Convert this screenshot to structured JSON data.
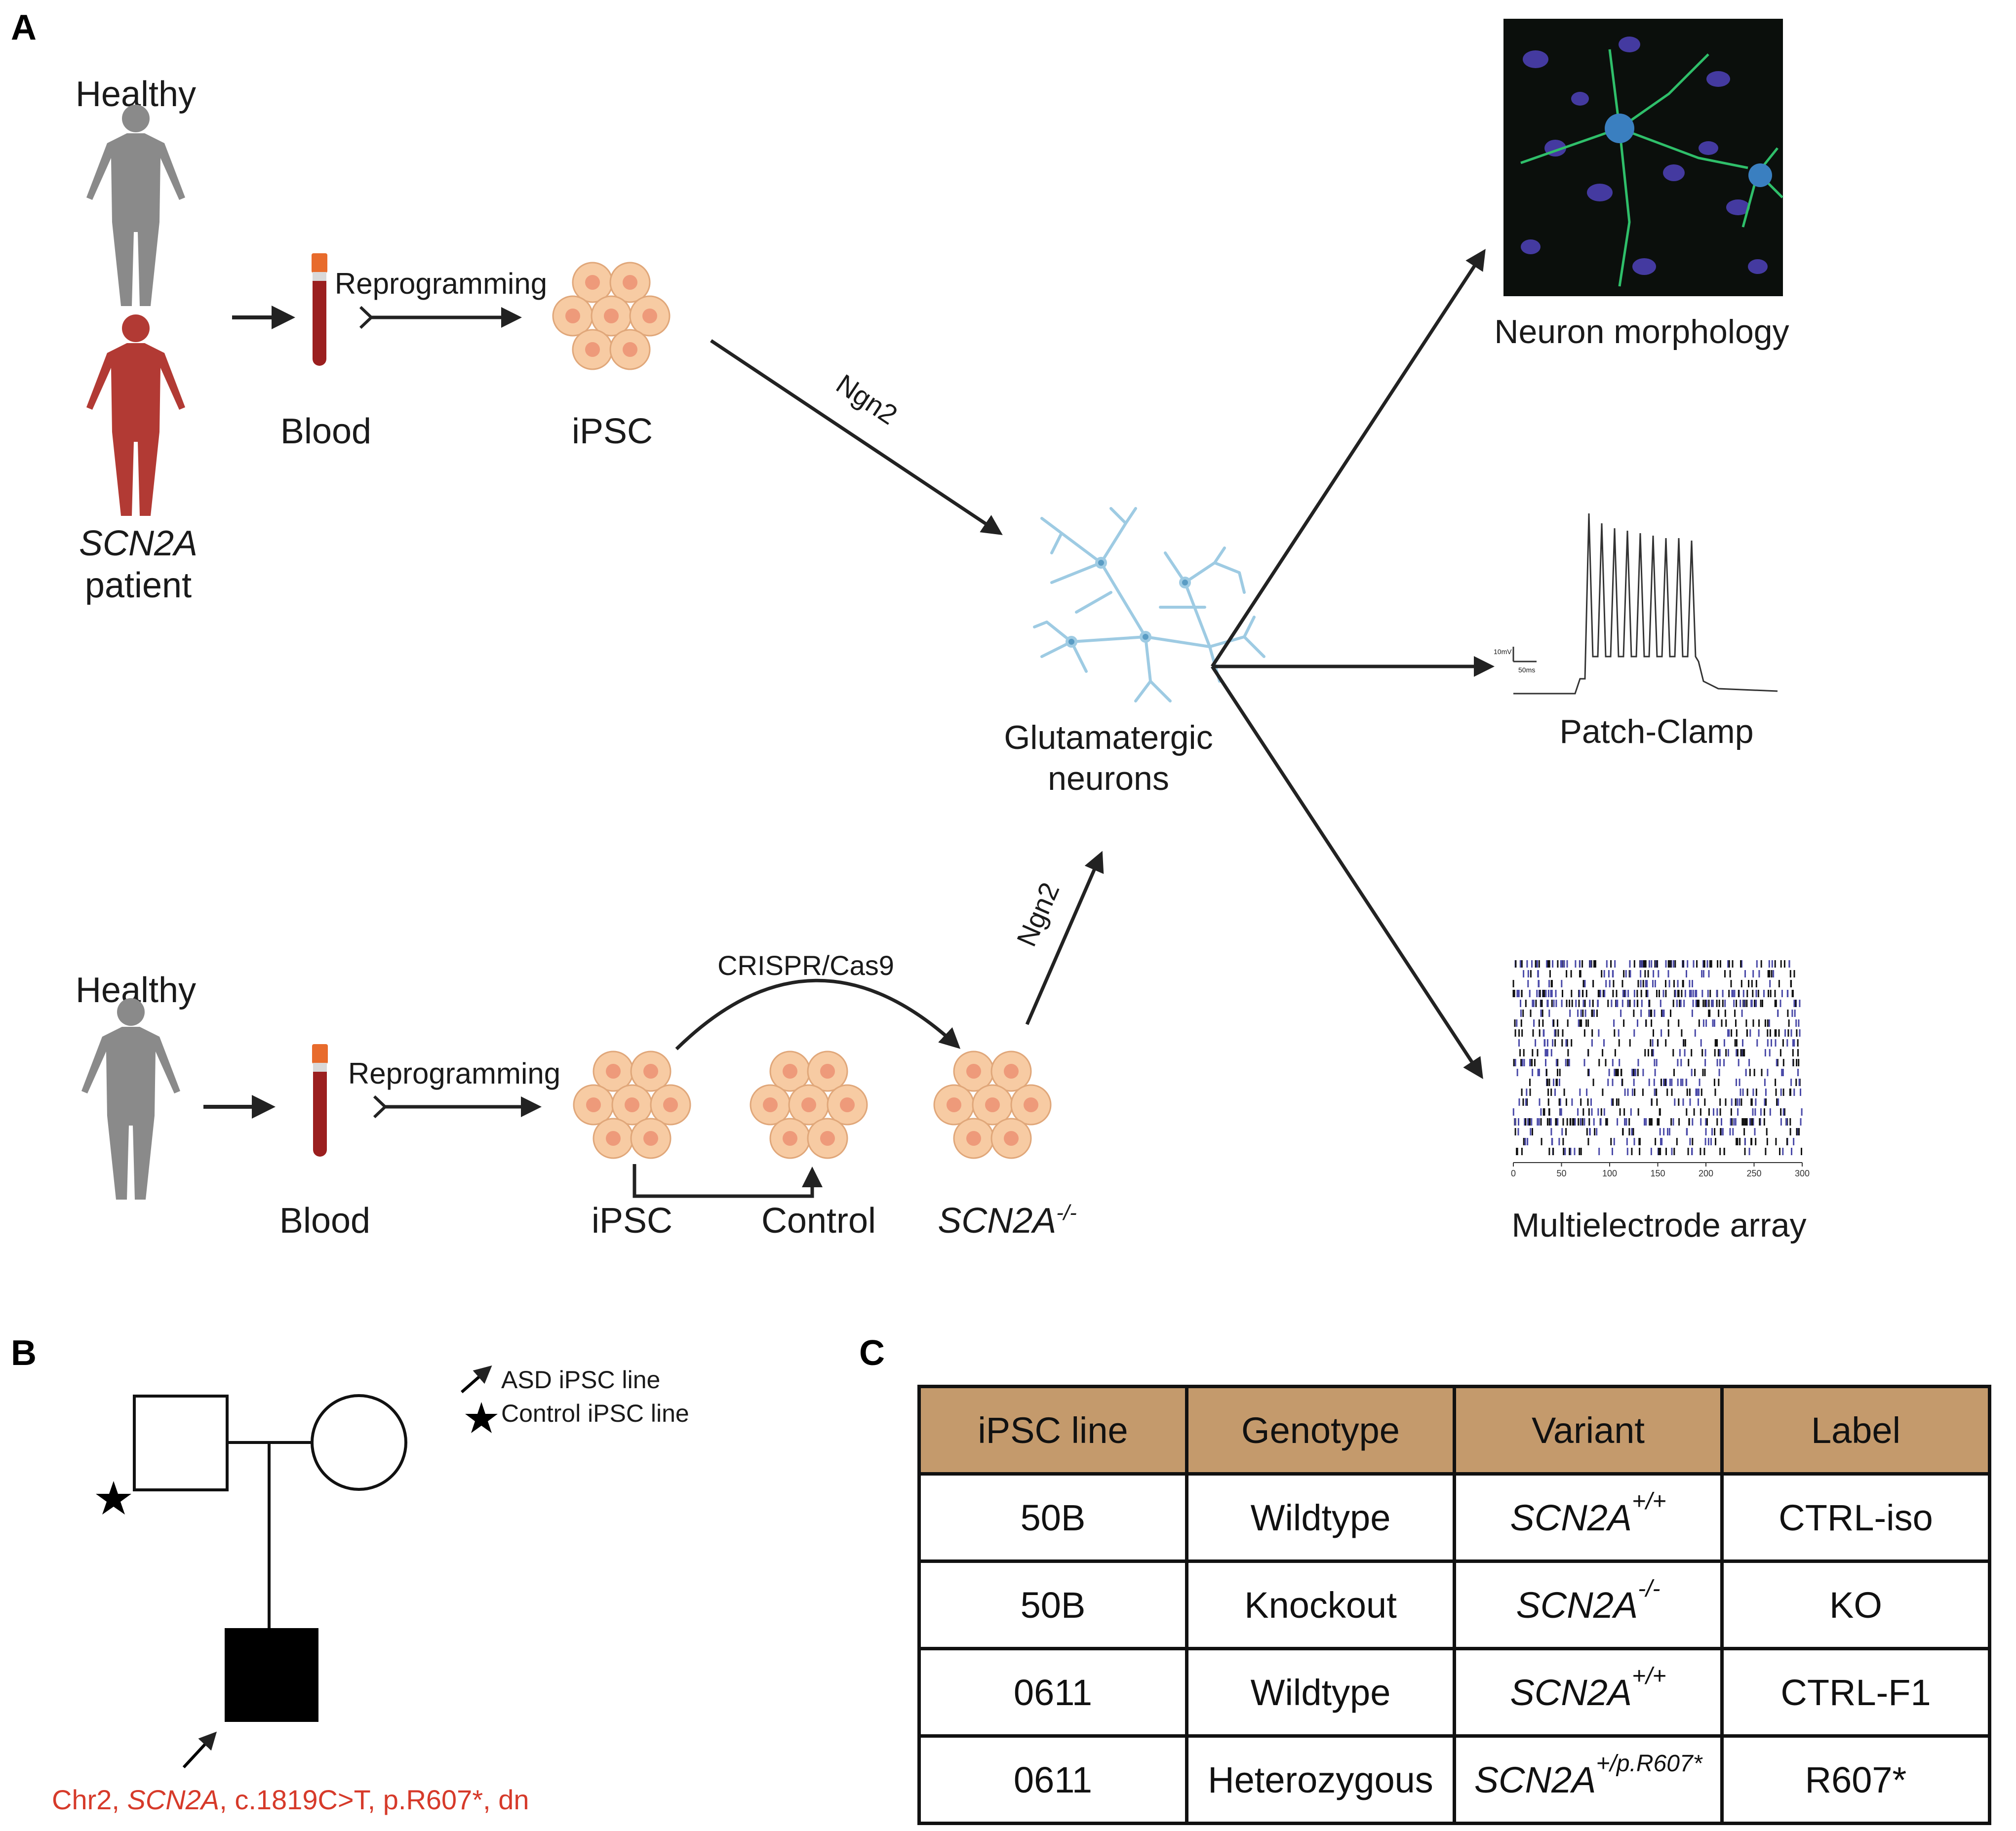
{
  "panel_labels": {
    "a": "A",
    "b": "B",
    "c": "C"
  },
  "panel_a": {
    "top": {
      "donor_label": "Healthy",
      "patient_gene": "SCN2A",
      "patient_word": "patient",
      "blood_label": "Blood",
      "reprogramming_label": "Reprogramming",
      "ipsc_label": "iPSC",
      "ngn2_label": "Ngn2"
    },
    "bottom": {
      "donor_label": "Healthy",
      "blood_label": "Blood",
      "reprogramming_label": "Reprogramming",
      "crispr_label": "CRISPR/Cas9",
      "ipsc_label": "iPSC",
      "control_label": "Control",
      "ko_gene": "SCN2A",
      "ko_sup": "-/-",
      "ngn2_label": "Ngn2"
    },
    "neurons_line1": "Glutamatergic",
    "neurons_line2": "neurons",
    "outputs": {
      "morphology": "Neuron morphology",
      "patch_clamp": "Patch-Clamp",
      "mea": "Multielectrode array"
    },
    "scale_bar": {
      "v": "10mV",
      "t": "50ms"
    },
    "mea_ticks": [
      "0",
      "50",
      "100",
      "150",
      "200",
      "250",
      "300"
    ]
  },
  "panel_b": {
    "legend_arrow": "ASD iPSC line",
    "legend_star": "Control iPSC line",
    "variant_pre": "Chr2, ",
    "variant_gene": "SCN2A",
    "variant_post": ", c.1819C>T, p.R607*, dn",
    "colors": {
      "variant": "#d63a2a"
    }
  },
  "panel_c": {
    "headers": [
      "iPSC line",
      "Genotype",
      "Variant",
      "Label"
    ],
    "rows": [
      {
        "line": "50B",
        "genotype": "Wildtype",
        "gene": "SCN2A",
        "sup": "+/+",
        "label": "CTRL-iso"
      },
      {
        "line": "50B",
        "genotype": "Knockout",
        "gene": "SCN2A",
        "sup": "-/-",
        "label": "KO"
      },
      {
        "line": "0611",
        "genotype": "Wildtype",
        "gene": "SCN2A",
        "sup": "+/+",
        "label": "CTRL-F1"
      },
      {
        "line": "0611",
        "genotype": "Heterozygous",
        "gene": "SCN2A",
        "sup": "+/p.R607*",
        "label": "R607*"
      }
    ],
    "colors": {
      "header_bg": "#c49a6c"
    }
  }
}
